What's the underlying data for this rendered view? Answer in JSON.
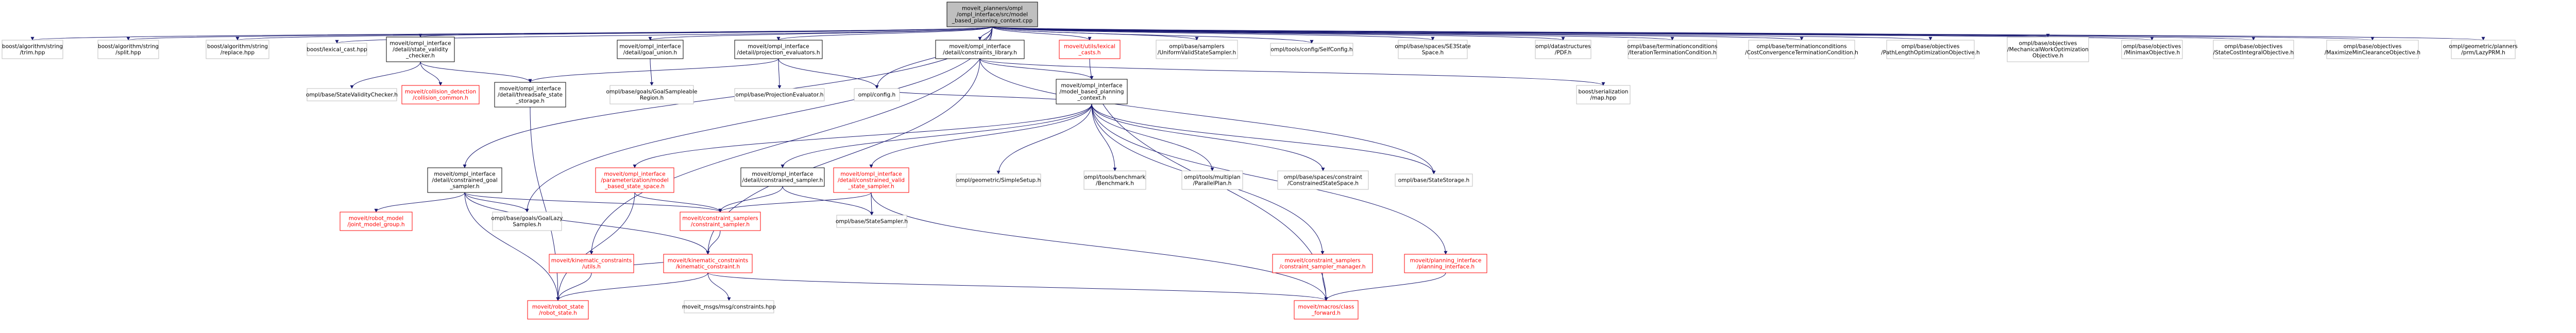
{
  "colors": {
    "node_border": "#bfbfbf",
    "node_fill": "#ffffff",
    "root_fill": "#bfbfbf",
    "root_border": "#000000",
    "link_border": "#000000",
    "missing_border": "#ff0000",
    "missing_text": "#ff0000",
    "edge": "#191970"
  },
  "root": {
    "name": "moveit_planners/ompl/ompl_interface/src/model_based_planning_context.cpp",
    "lines": [
      "moveit_planners/ompl",
      "/ompl_interface/src/model",
      "_based_planning_context.cpp"
    ]
  },
  "nodes": {
    "boost_string_trim": {
      "lines": [
        "boost/algorithm/string",
        "/trim.hpp"
      ]
    },
    "boost_string_split": {
      "lines": [
        "boost/algorithm/string",
        "/split.hpp"
      ]
    },
    "boost_string_replace": {
      "lines": [
        "boost/algorithm/string",
        "/replace.hpp"
      ]
    },
    "boost_lexical_cast": {
      "lines": [
        "boost/lexical_cast.hpp"
      ]
    },
    "state_validity_checker": {
      "lines": [
        "moveit/ompl_interface",
        "/detail/state_validity",
        "_checker.h"
      ]
    },
    "goal_union": {
      "lines": [
        "moveit/ompl_interface",
        "/detail/goal_union.h"
      ]
    },
    "projection_evaluators": {
      "lines": [
        "moveit/ompl_interface",
        "/detail/projection_evaluators.h"
      ]
    },
    "constraints_library": {
      "lines": [
        "moveit/ompl_interface",
        "/detail/constraints_library.h"
      ]
    },
    "lexical_casts": {
      "lines": [
        "moveit/utils/lexical",
        "_casts.h"
      ]
    },
    "uniform_valid_state_sampler": {
      "lines": [
        "ompl/base/samplers",
        "/UniformValidStateSampler.h"
      ]
    },
    "self_config": {
      "lines": [
        "ompl/tools/config/SelfConfig.h"
      ]
    },
    "se3_state_space": {
      "lines": [
        "ompl/base/spaces/SE3State",
        "Space.h"
      ]
    },
    "pdf": {
      "lines": [
        "ompl/datastructures",
        "/PDF.h"
      ]
    },
    "iteration_termination": {
      "lines": [
        "ompl/base/terminationconditions",
        "/IterationTerminationCondition.h"
      ]
    },
    "cost_convergence": {
      "lines": [
        "ompl/base/terminationconditions",
        "/CostConvergenceTerminationCondition.h"
      ]
    },
    "path_length_objective": {
      "lines": [
        "ompl/base/objectives",
        "/PathLengthOptimizationObjective.h"
      ]
    },
    "mechanical_work_objective": {
      "lines": [
        "ompl/base/objectives",
        "/MechanicalWorkOptimization",
        "Objective.h"
      ]
    },
    "minimax_objective": {
      "lines": [
        "ompl/base/objectives",
        "/MinimaxObjective.h"
      ]
    },
    "state_cost_integral": {
      "lines": [
        "ompl/base/objectives",
        "/StateCostIntegralObjective.h"
      ]
    },
    "maximize_min_clearance": {
      "lines": [
        "ompl/base/objectives",
        "/MaximizeMinClearanceObjective.h"
      ]
    },
    "lazy_prm": {
      "lines": [
        "ompl/geometric/planners",
        "/prm/LazyPRM.h"
      ]
    },
    "state_validity_checker_ompl": {
      "lines": [
        "ompl/base/StateValidityChecker.h"
      ]
    },
    "collision_common": {
      "lines": [
        "moveit/collision_detection",
        "/collision_common.h"
      ]
    },
    "threadsafe_state_storage": {
      "lines": [
        "moveit/ompl_interface",
        "/detail/threadsafe_state",
        "_storage.h"
      ]
    },
    "goal_sampleable_region": {
      "lines": [
        "ompl/base/goals/GoalSampleable",
        "Region.h"
      ]
    },
    "projection_evaluator": {
      "lines": [
        "ompl/base/ProjectionEvaluator.h"
      ]
    },
    "ompl_config": {
      "lines": [
        "ompl/config.h"
      ]
    },
    "model_based_planning_context": {
      "lines": [
        "moveit/ompl_interface",
        "/model_based_planning",
        "_context.h"
      ]
    },
    "serialization_map": {
      "lines": [
        "boost/serialization",
        "/map.hpp"
      ]
    },
    "constrained_goal_sampler": {
      "lines": [
        "moveit/ompl_interface",
        "/detail/constrained_goal",
        "_sampler.h"
      ]
    },
    "model_based_state_space": {
      "lines": [
        "moveit/ompl_interface",
        "/parameterization/model",
        "_based_state_space.h"
      ]
    },
    "constrained_sampler": {
      "lines": [
        "moveit/ompl_interface",
        "/detail/constrained_sampler.h"
      ]
    },
    "constrained_valid_state_sampler": {
      "lines": [
        "moveit/ompl_interface",
        "/detail/constrained_valid",
        "_state_sampler.h"
      ]
    },
    "simple_setup": {
      "lines": [
        "ompl/geometric/SimpleSetup.h"
      ]
    },
    "benchmark": {
      "lines": [
        "ompl/tools/benchmark",
        "/Benchmark.h"
      ]
    },
    "parallel_plan": {
      "lines": [
        "ompl/tools/multiplan",
        "/ParallelPlan.h"
      ]
    },
    "constrained_state_space": {
      "lines": [
        "ompl/base/spaces/constraint",
        "/ConstrainedStateSpace.h"
      ]
    },
    "state_storage": {
      "lines": [
        "ompl/base/StateStorage.h"
      ]
    },
    "joint_model_group": {
      "lines": [
        "moveit/robot_model",
        "/joint_model_group.h"
      ]
    },
    "goal_lazy_samples": {
      "lines": [
        "ompl/base/goals/GoalLazy",
        "Samples.h"
      ]
    },
    "constraint_sampler": {
      "lines": [
        "moveit/constraint_samplers",
        "/constraint_sampler.h"
      ]
    },
    "ompl_state_sampler": {
      "lines": [
        "ompl/base/StateSampler.h"
      ]
    },
    "constraint_sampler_manager": {
      "lines": [
        "moveit/constraint_samplers",
        "/constraint_sampler_manager.h"
      ]
    },
    "planning_interface": {
      "lines": [
        "moveit/planning_interface",
        "/planning_interface.h"
      ]
    },
    "kinematic_constraints_utils": {
      "lines": [
        "moveit/kinematic_constraints",
        "/utils.h"
      ]
    },
    "kinematic_constraint": {
      "lines": [
        "moveit/kinematic_constraints",
        "/kinematic_constraint.h"
      ]
    },
    "moveit_msgs_constraints": {
      "lines": [
        "moveit_msgs/msg/constraints.hpp"
      ]
    },
    "robot_state": {
      "lines": [
        "moveit/robot_state",
        "/robot_state.h"
      ]
    },
    "class_forward": {
      "lines": [
        "moveit/macros/class",
        "_forward.h"
      ]
    }
  }
}
